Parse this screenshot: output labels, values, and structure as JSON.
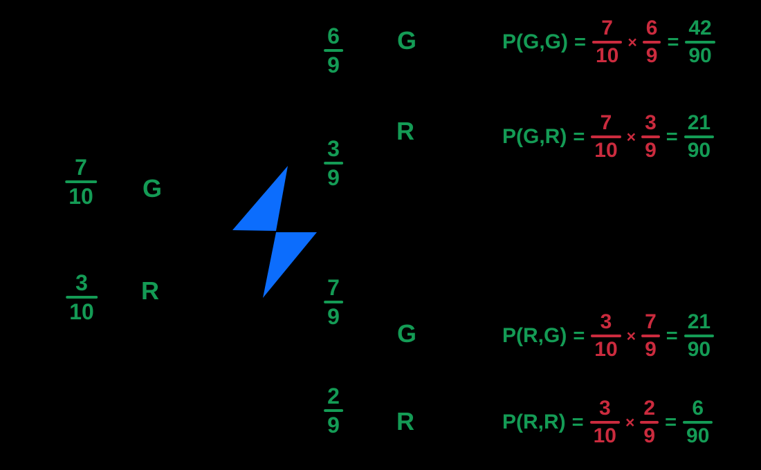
{
  "colors": {
    "background": "#000000",
    "green": "#149b55",
    "red": "#cb2b3e",
    "blue": "#0c6dfd"
  },
  "bolt_icon": "lightning-bolt",
  "tree": {
    "level1": [
      {
        "prob": {
          "num": "7",
          "den": "10"
        },
        "label": "G"
      },
      {
        "prob": {
          "num": "3",
          "den": "10"
        },
        "label": "R"
      }
    ],
    "level2_top": [
      {
        "prob": {
          "num": "6",
          "den": "9"
        },
        "label": "G"
      },
      {
        "prob": {
          "num": "3",
          "den": "9"
        },
        "label": "R"
      }
    ],
    "level2_bottom": [
      {
        "prob": {
          "num": "7",
          "den": "9"
        },
        "label": "G"
      },
      {
        "prob": {
          "num": "2",
          "den": "9"
        },
        "label": "R"
      }
    ]
  },
  "formulas": [
    {
      "label": "P(G,G)",
      "eq": "=",
      "f1": {
        "num": "7",
        "den": "10"
      },
      "times": "×",
      "f2": {
        "num": "6",
        "den": "9"
      },
      "eq2": "=",
      "result": {
        "num": "42",
        "den": "90"
      }
    },
    {
      "label": "P(G,R)",
      "eq": "=",
      "f1": {
        "num": "7",
        "den": "10"
      },
      "times": "×",
      "f2": {
        "num": "3",
        "den": "9"
      },
      "eq2": "=",
      "result": {
        "num": "21",
        "den": "90"
      }
    },
    {
      "label": "P(R,G)",
      "eq": "=",
      "f1": {
        "num": "3",
        "den": "10"
      },
      "times": "×",
      "f2": {
        "num": "7",
        "den": "9"
      },
      "eq2": "=",
      "result": {
        "num": "21",
        "den": "90"
      }
    },
    {
      "label": "P(R,R)",
      "eq": "=",
      "f1": {
        "num": "3",
        "den": "10"
      },
      "times": "×",
      "f2": {
        "num": "2",
        "den": "9"
      },
      "eq2": "=",
      "result": {
        "num": "6",
        "den": "90"
      }
    }
  ]
}
